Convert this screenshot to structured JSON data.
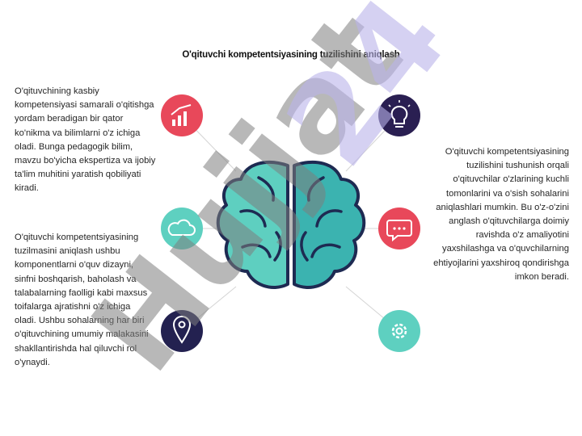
{
  "title": "O'qituvchi kompetentsiyasining tuzilishini aniqlash",
  "paragraphs": {
    "left_top": "O'qituvchining kasbiy kompetensiyasi samarali o'qitishga yordam beradigan bir qator ko'nikma va bilimlarni o'z ichiga oladi. Bunga pedagogik bilim, mavzu bo'yicha ekspertiza va ijobiy ta'lim muhitini yaratish qobiliyati kiradi.",
    "left_bottom": "O'qituvchi kompetentsiyasining tuzilmasini aniqlash ushbu komponentlarni o'quv dizayni, sinfni boshqarish, baholash va talabalarning faolligi kabi maxsus toifalarga ajratishni o'z ichiga oladi. Ushbu sohalarning har biri o'qituvchining umumiy malakasini shakllantirishda hal qiluvchi rol o'ynaydi.",
    "right": "O'qituvchi kompetentsiyasining tuzilishini tushunish orqali o'qituvchilar o'zlarining kuchli tomonlarini va o'sish sohalarini aniqlashlari mumkin. Bu o'z-o'zini anglash o'qituvchilarga doimiy ravishda o'z amaliyotini yaxshilashga va o'quvchilarning ehtiyojlarini yaxshiroq qondirishga imkon beradi."
  },
  "icons": [
    {
      "name": "growth-chart-icon",
      "color": "#e8485a"
    },
    {
      "name": "cloud-icon",
      "color": "#5ed0c0"
    },
    {
      "name": "location-pin-icon",
      "color": "#232150"
    },
    {
      "name": "lightbulb-icon",
      "color": "#2a1f52"
    },
    {
      "name": "chat-bubble-icon",
      "color": "#e8485a"
    },
    {
      "name": "gear-icon",
      "color": "#5ed0c0"
    }
  ],
  "brain_colors": {
    "left": "#5ecfc0",
    "right": "#3bb3b0",
    "outline": "#1e2a52"
  },
  "watermark": "Hujjat 24"
}
